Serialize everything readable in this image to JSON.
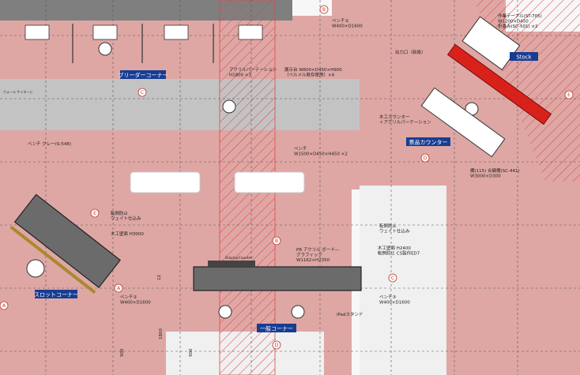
{
  "colors": {
    "floor_pink": "#dea7a4",
    "aisle_gray": "#c3c3c3",
    "white_area": "#f2f2f2",
    "stock_red": "#d9211c",
    "label_blue": "#173d93",
    "dark_counter": "#6b6b6b",
    "hatch": "#e2474a"
  },
  "zones": {
    "breeder": "ブリーダーコーナー",
    "gift": "景品カウンター",
    "slot": "スロットコーナー",
    "general": "一般コーナー",
    "stock": "Stock"
  },
  "grid_markers": [
    "B",
    "C",
    "D",
    "E",
    "A",
    "A",
    "B",
    "C",
    "D",
    "E"
  ],
  "dimension_labels": [
    "900",
    "1800",
    "900",
    "12"
  ],
  "annotations": {
    "bench_top": "ベンチ①\nW400×D1600",
    "acrylic_partition": "アクリルパーテーション\nH1800 ×3",
    "display_shelf": "展示台 W600×D450×H900\n（ベルメル既存使用）×4",
    "work_table": "作業テーブル(ST-705)\nW1200×D450\n折畳み(SC-501) ×2",
    "output_exit": "出力口（新設）",
    "wood_counter": "木工カウンター\n＋アクリルパーテーション",
    "cabinet": "棚(115) 合鍵棚(SC-441)\nW3000×D300",
    "bench_gray": "ベンチ グレー(S-548)",
    "bench_mid": "ベンチ\nW1500×D450×H450 ×2",
    "anti_tip": "転倒防止\nウェイト仕込み",
    "wood_wall": "木工壁面 H3000",
    "pr_acrylic": "PR アクリル ボード―\nグラフィック\nW1162×H2350",
    "anti_tip2": "転倒防止\nウェイト仕込み",
    "wood_wall2": "木工壁面 H2400\n転倒防止 CS製作ED7",
    "bench_left": "ベンチ②\nW400×D1600",
    "bench_right": "ベンチ③\nW400×D1600",
    "ipad_stand": "iPadスタンド",
    "counter_top_label": "DisplayCounter",
    "small_box_label": "ウォール サイネージ"
  }
}
